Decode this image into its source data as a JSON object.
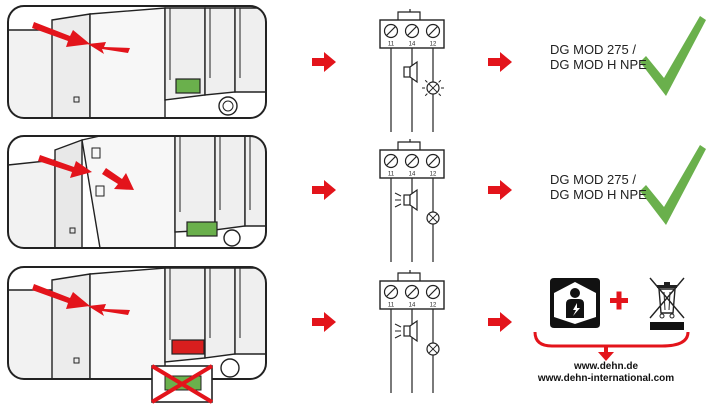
{
  "rows": [
    {
      "id": "row-1",
      "indicator_color": "#6ab04c",
      "indicator_state": "green",
      "result_lines": [
        "DG MOD 275 /",
        "DG MOD H NPE"
      ],
      "result_icon": "checkmark-icon",
      "terminals": [
        "11",
        "14",
        "12"
      ]
    },
    {
      "id": "row-2",
      "indicator_color": "#6ab04c",
      "indicator_state": "green",
      "result_lines": [
        "DG MOD 275 /",
        "DG MOD H NPE"
      ],
      "result_icon": "checkmark-icon",
      "terminals": [
        "11",
        "14",
        "12"
      ]
    },
    {
      "id": "row-3",
      "indicator_color": "#d81e1e",
      "indicator_state": "red",
      "terminals": [
        "11",
        "14",
        "12"
      ],
      "result_icons": [
        "electrician-icon",
        "plus-icon",
        "crossed-out-bin-icon"
      ],
      "urls": [
        "www.dehn.de",
        "www.dehn-international.com"
      ]
    }
  ],
  "colors": {
    "arrow": "#e3141b",
    "check": "#6ab04c",
    "green_indicator": "#6ab04c",
    "red_indicator": "#d81e1e"
  }
}
